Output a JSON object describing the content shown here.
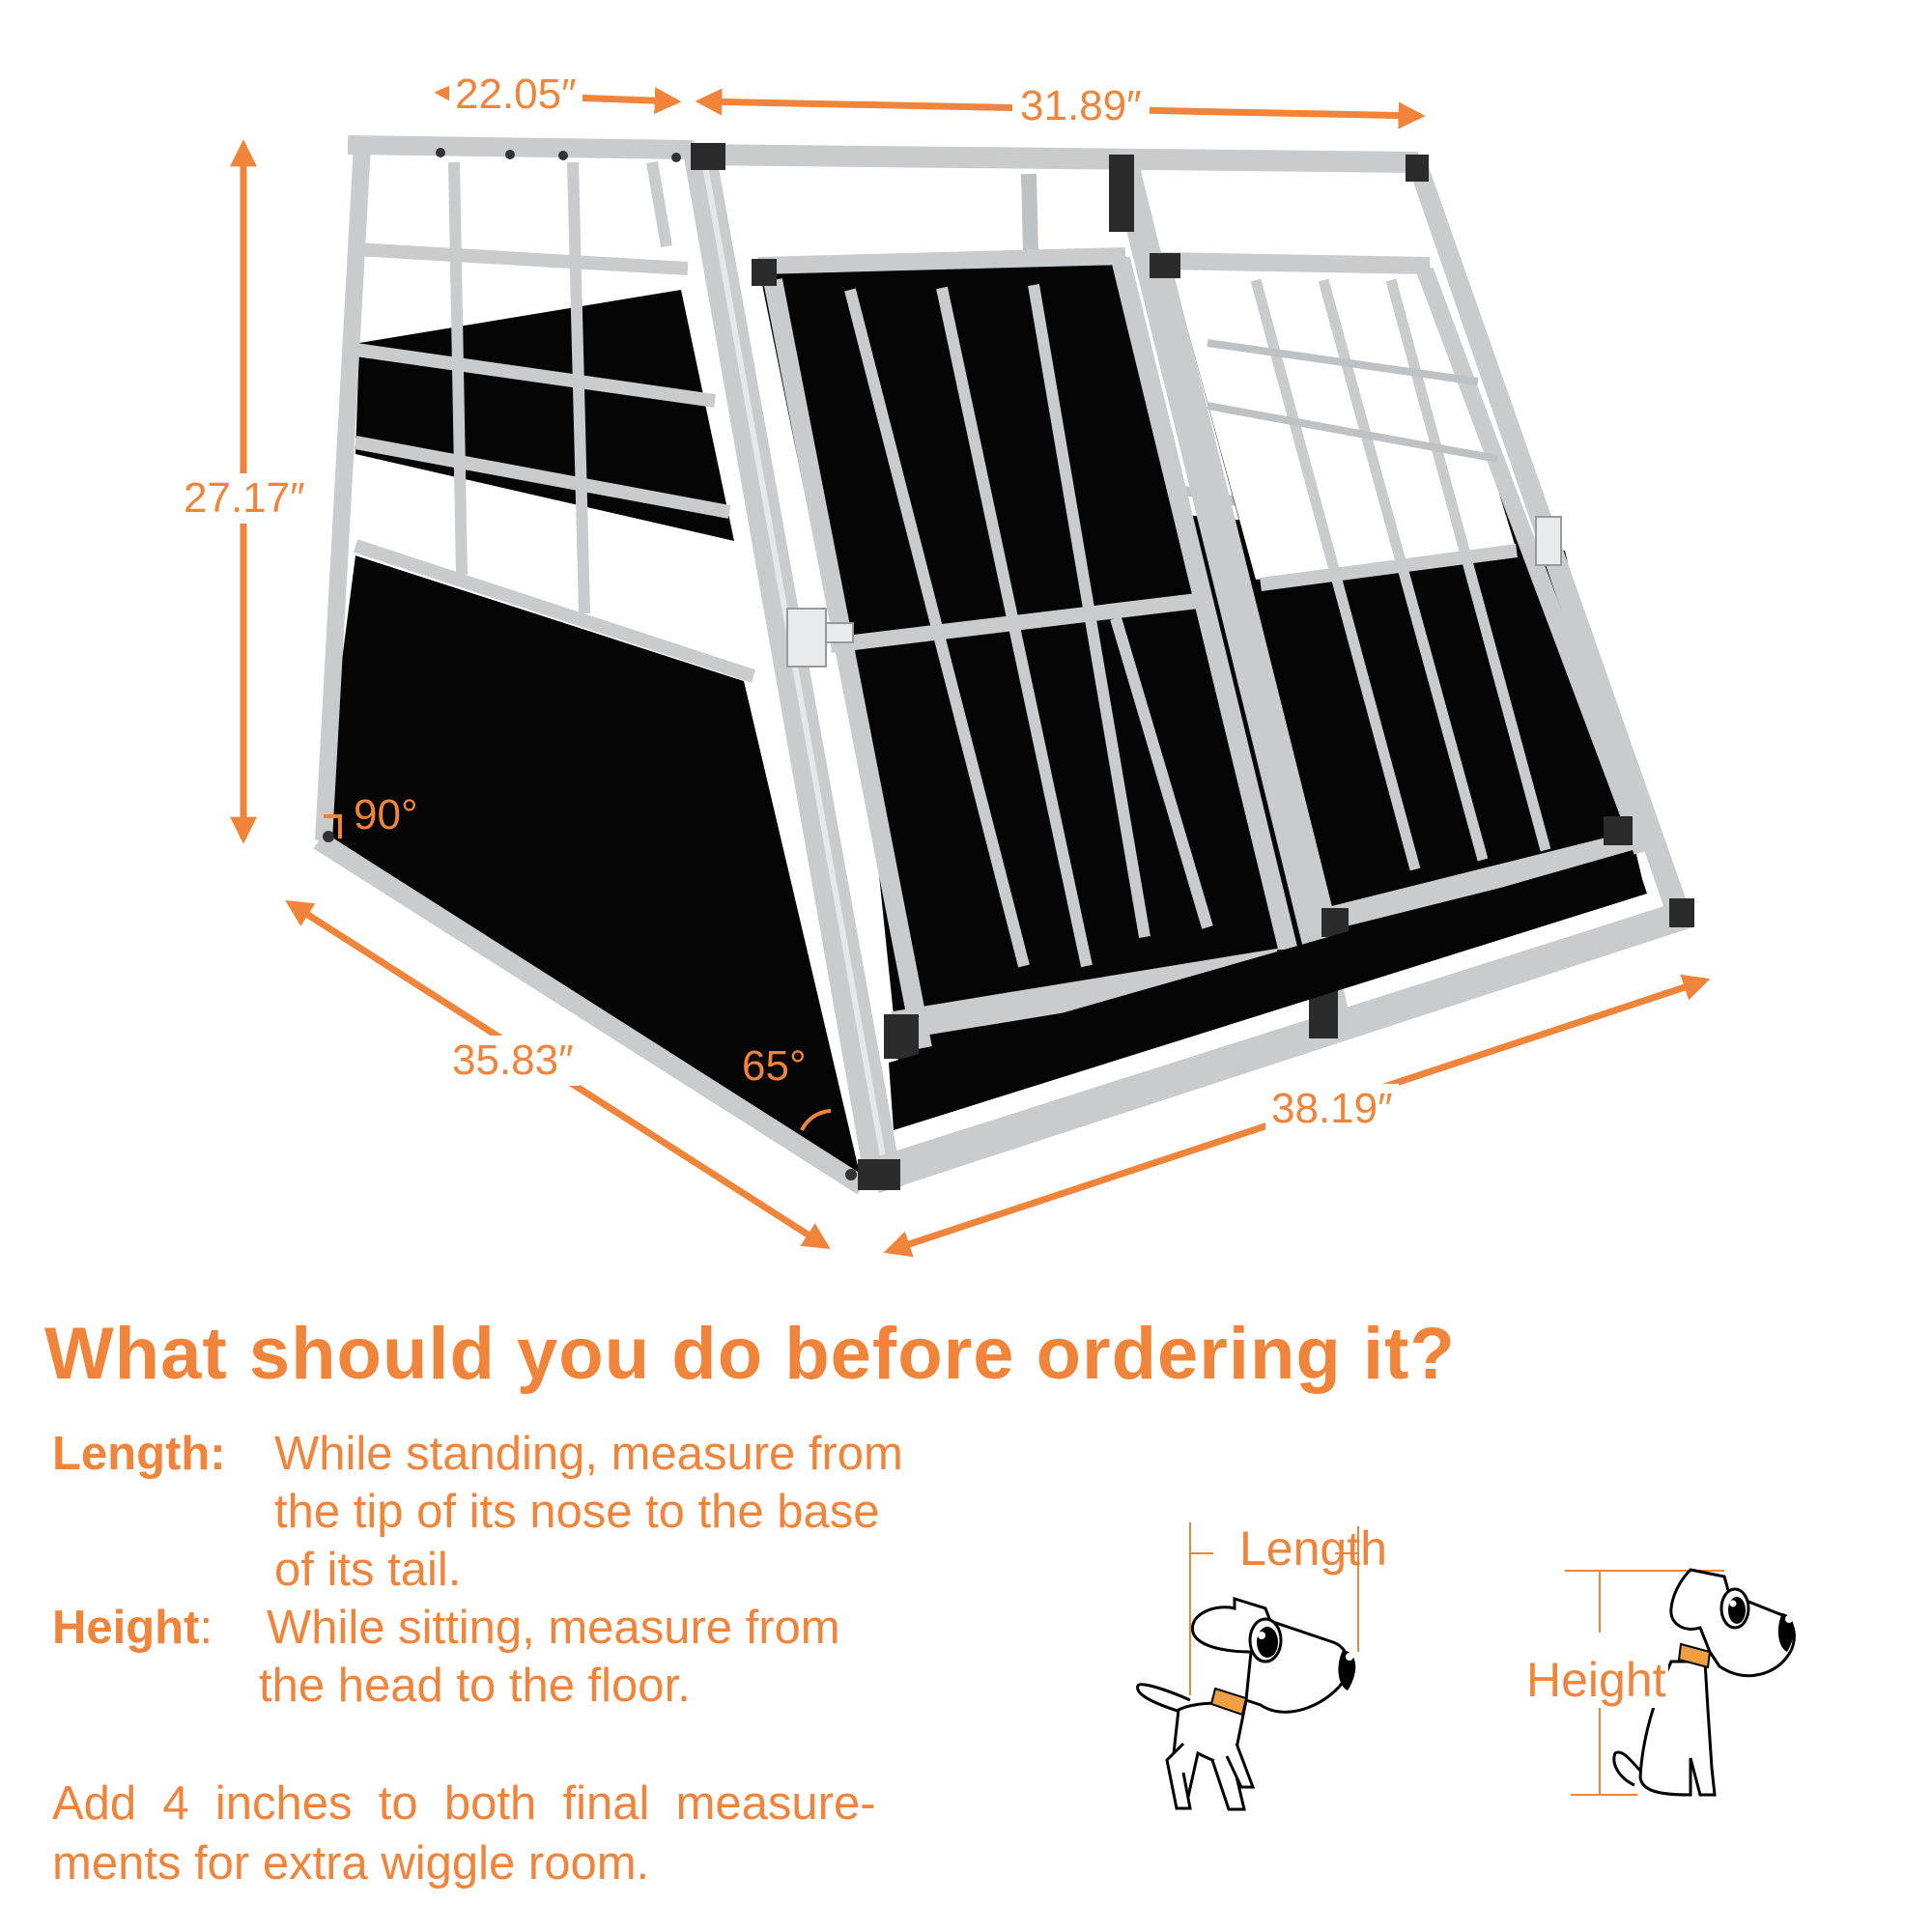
{
  "product_diagram": {
    "dimensions": {
      "top_depth": "22.05″",
      "top_width": "31.89″",
      "height": "27.17″",
      "bottom_depth": "35.83″",
      "bottom_width": "38.19″"
    },
    "angles": {
      "back_angle": "90°",
      "front_angle": "65°"
    },
    "colors": {
      "accent": "#F0843A",
      "frame": "#C9CBCC",
      "panel": "#050505",
      "corner": "#2B2B2B"
    }
  },
  "guide": {
    "title": "What should you do before ordering it?",
    "length": {
      "term": "Length:",
      "lines": [
        "While standing, measure from",
        "the tip of its nose to the base",
        "of its tail."
      ]
    },
    "height": {
      "term": "Height",
      "colon": ":",
      "lines": [
        "While sitting, measure from",
        "the head  to the floor."
      ]
    },
    "note": "Add 4 inches to both final measure-ments for extra wiggle room.",
    "note_lines": [
      "Add  4  inches  to  both  final  measure-",
      "ments for extra wiggle room."
    ]
  },
  "illustrations": {
    "standing_dog_label": "Length",
    "sitting_dog_label": "Height"
  }
}
